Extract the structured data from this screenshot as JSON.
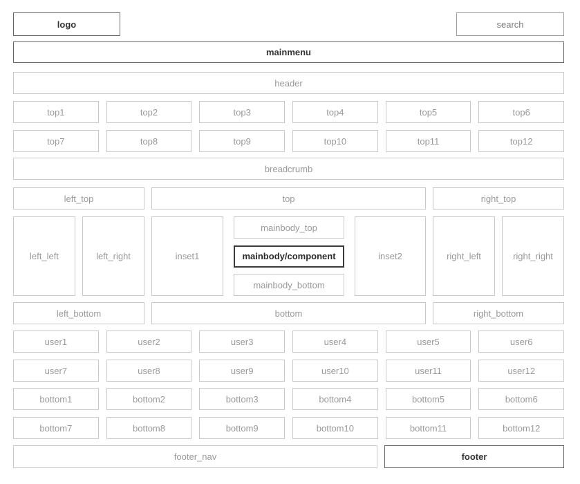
{
  "palette": {
    "page_background": "#ffffff",
    "light_box_border": "#c9c9c9",
    "light_box_text": "#999999",
    "medium_box_border": "#9c9c9c",
    "medium_box_text": "#7b7b7b",
    "dark_box_border": "#666666",
    "dark_box_text": "#333333",
    "component_box_border": "#3a3a3a"
  },
  "branding": {
    "logo": "logo",
    "search": "search"
  },
  "menus": {
    "mainmenu": "mainmenu",
    "breadcrumb": "breadcrumb"
  },
  "banners": {
    "header": "header"
  },
  "top_positions": [
    "top1",
    "top2",
    "top3",
    "top4",
    "top5",
    "top6",
    "top7",
    "top8",
    "top9",
    "top10",
    "top11",
    "top12"
  ],
  "upper_band": {
    "left": "left_top",
    "center": "top",
    "right": "right_top"
  },
  "main_band": {
    "left_left": "left_left",
    "left_right": "left_right",
    "inset1": "inset1",
    "mainbody_top": "mainbody_top",
    "component": "mainbody/component",
    "mainbody_bottom": "mainbody_bottom",
    "inset2": "inset2",
    "right_left": "right_left",
    "right_right": "right_right"
  },
  "lower_band": {
    "left": "left_bottom",
    "center": "bottom",
    "right": "right_bottom"
  },
  "user_positions": [
    "user1",
    "user2",
    "user3",
    "user4",
    "user5",
    "user6",
    "user7",
    "user8",
    "user9",
    "user10",
    "user11",
    "user12"
  ],
  "bottom_positions": [
    "bottom1",
    "bottom2",
    "bottom3",
    "bottom4",
    "bottom5",
    "bottom6",
    "bottom7",
    "bottom8",
    "bottom9",
    "bottom10",
    "bottom11",
    "bottom12"
  ],
  "footer_band": {
    "nav": "footer_nav",
    "footer": "footer"
  }
}
